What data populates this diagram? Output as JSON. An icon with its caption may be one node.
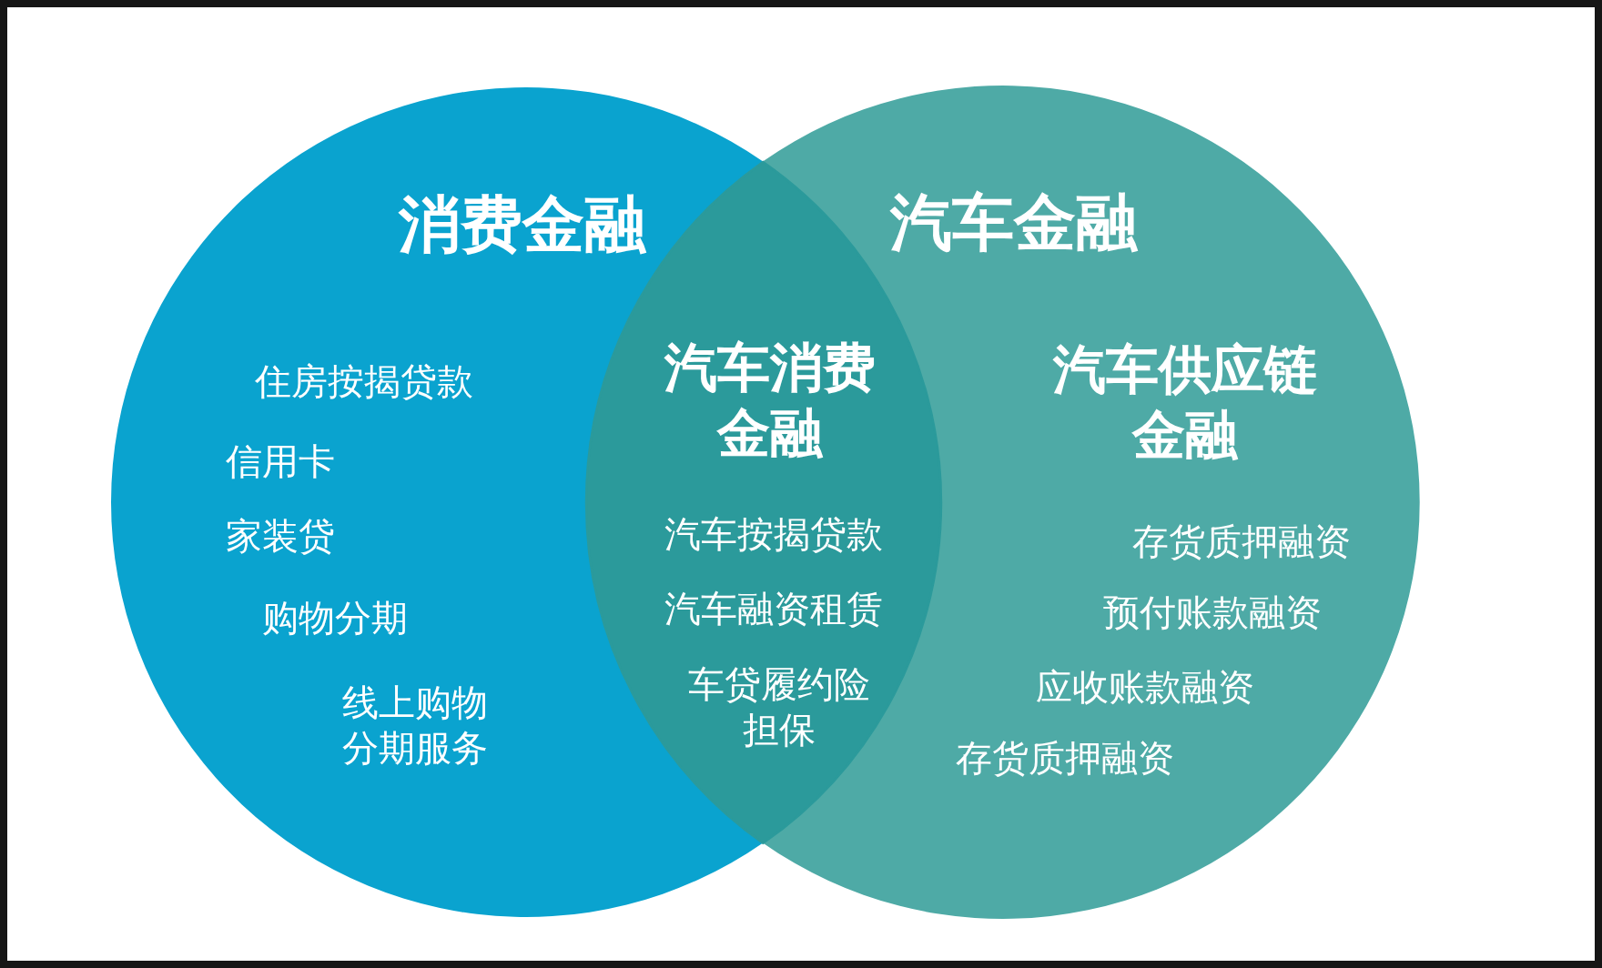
{
  "diagram": {
    "nodes": [
      {
        "text": [
          "消费金融",
          "住房按揭贷款",
          "信用卡",
          "家装贷",
          "购物分期",
          "线上购物分期服务"
        ]
      },
      {
        "text": [
          "汽车消费金融",
          "汽车按揭贷款",
          "汽车融资租赁",
          "车贷履约险担保"
        ]
      },
      {
        "text": [
          "汽车金融",
          "汽车供应链金融",
          "存货质押融资",
          "预付账款融资",
          "应收账款融资",
          "存货质押融资"
        ]
      }
    ]
  }
}
